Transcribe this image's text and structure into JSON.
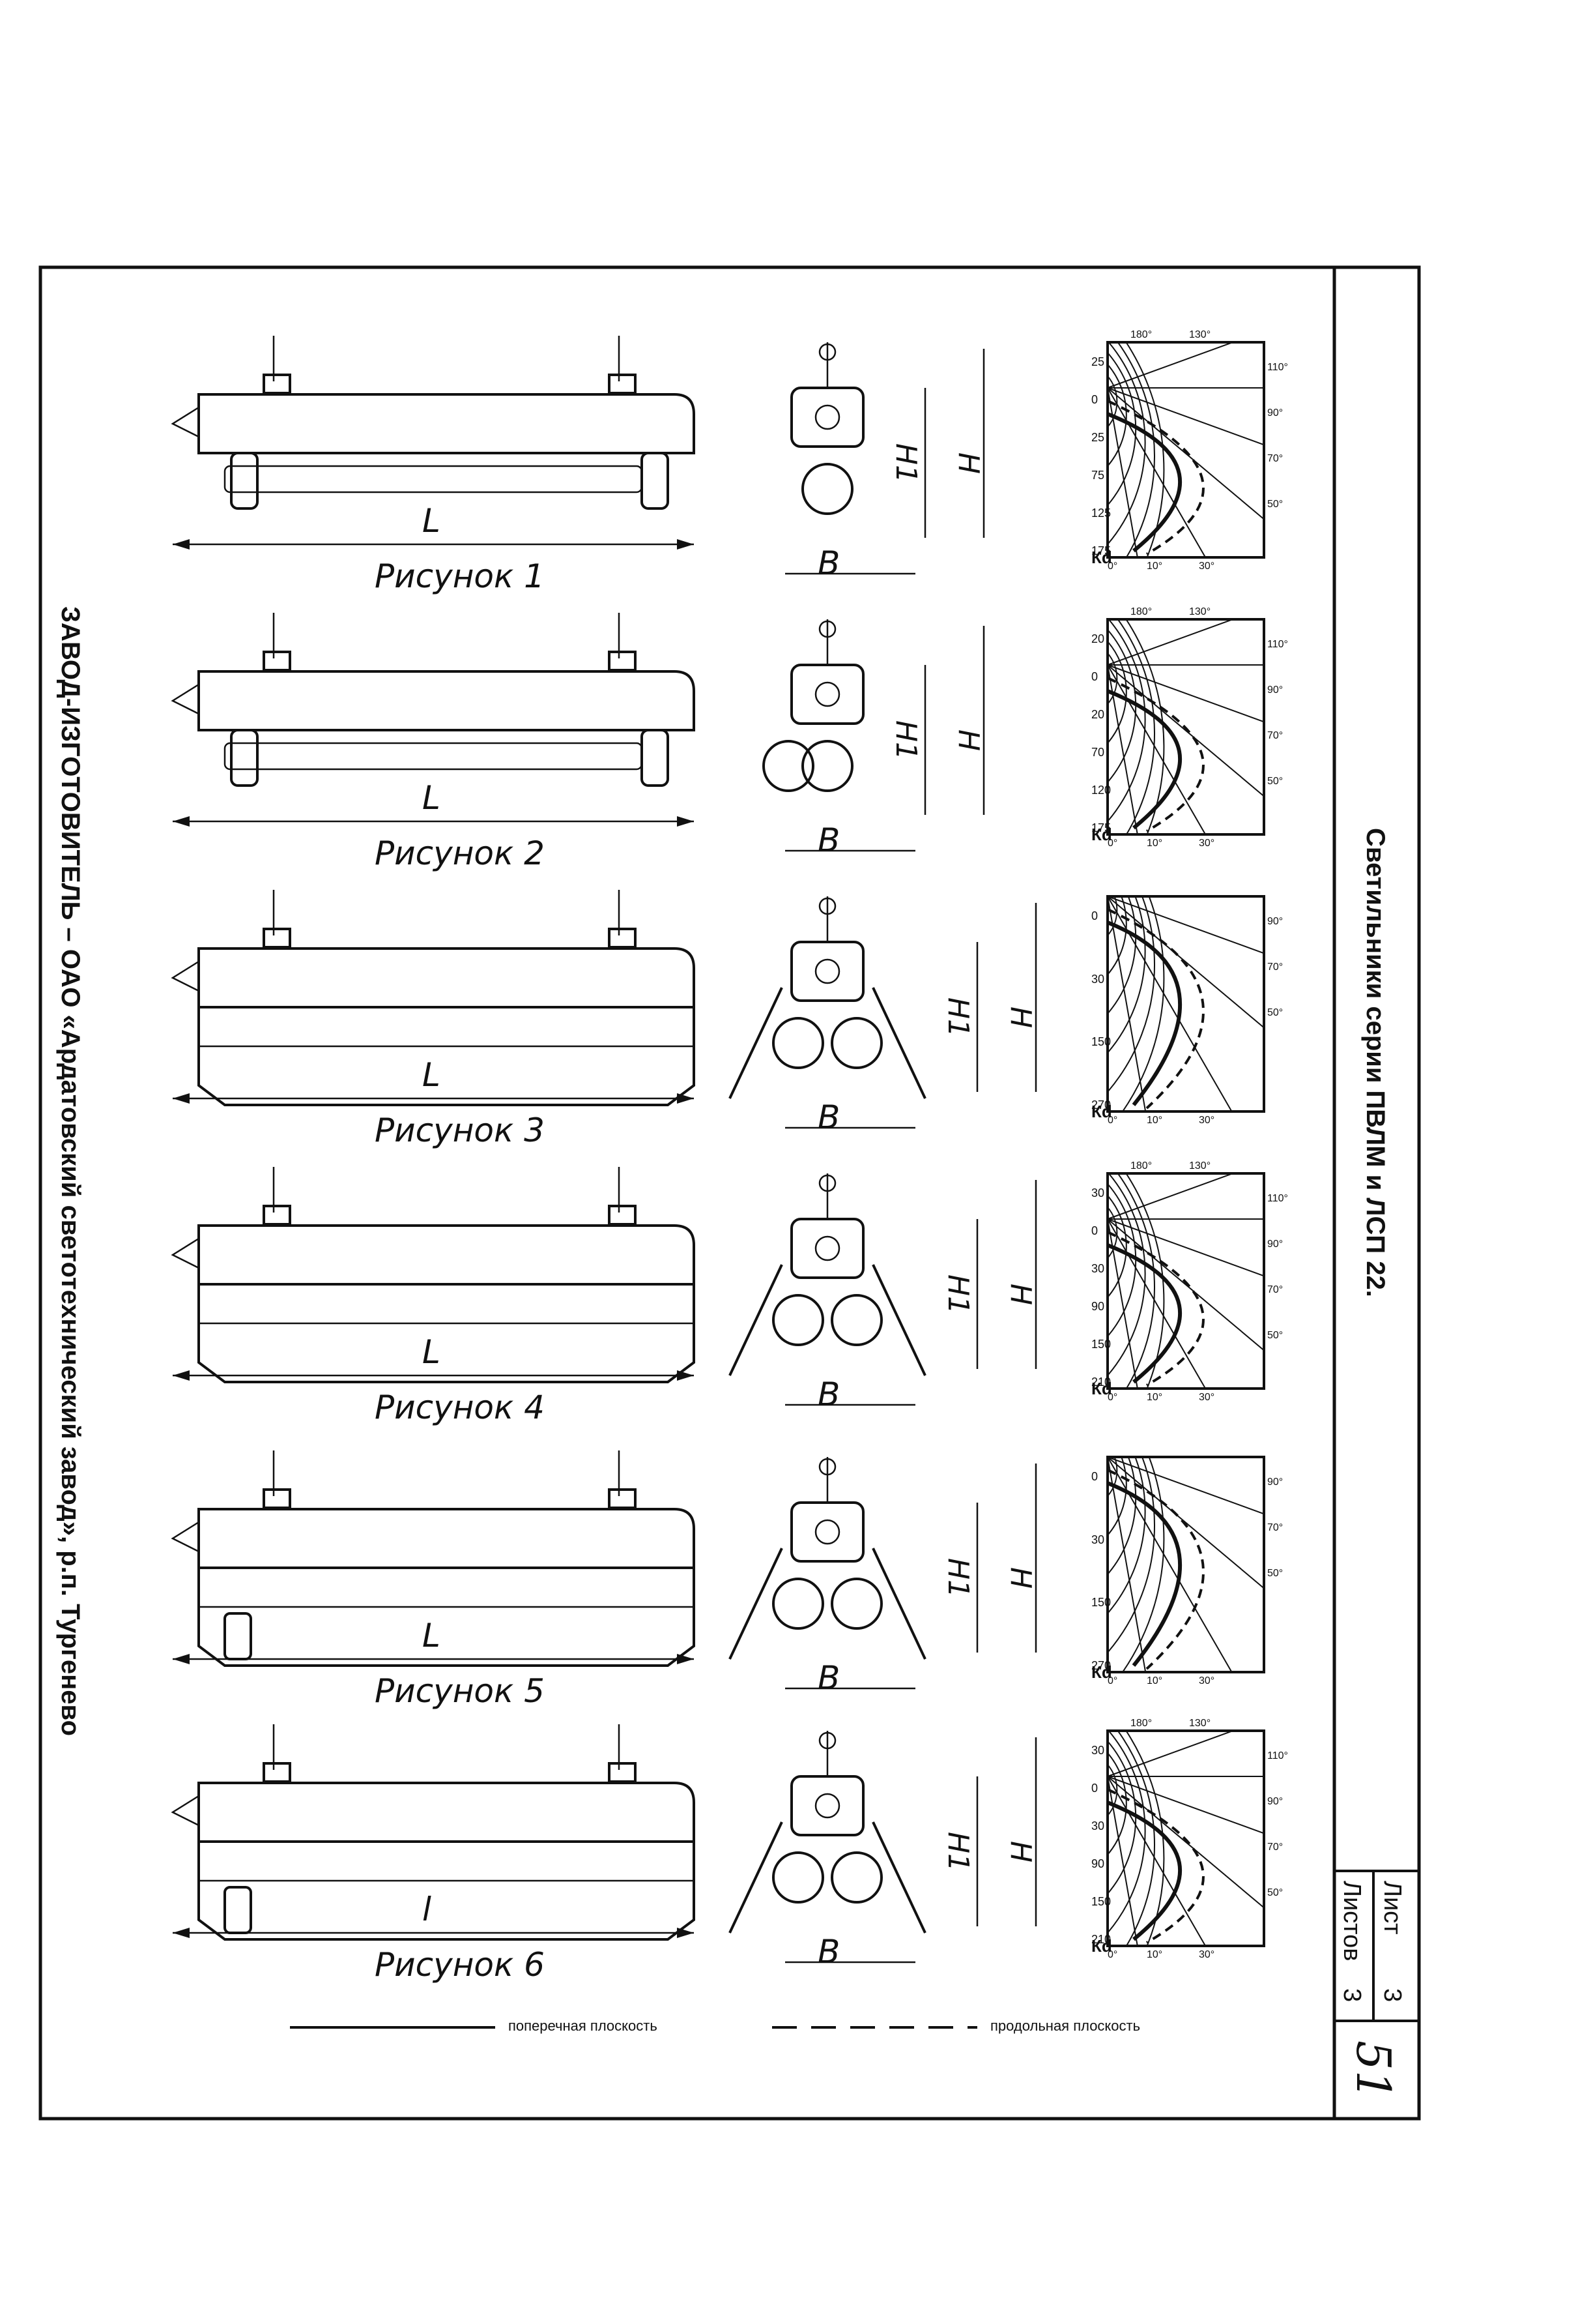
{
  "sheet": {
    "title": "Светильники серии ПВЛМ и ЛСП 22.",
    "manufacturer": "ЗАВОД-ИЗГОТОВИТЕЛЬ – ОАО «Ардатовский светотехнический завод», р.п. Тургенево",
    "list_label": "Лист",
    "list_value": "3",
    "lists_label": "Листов",
    "lists_value": "3",
    "page_number": "51"
  },
  "figures": [
    {
      "caption": "Рисунок 1",
      "length_label": "L",
      "width_label": "B",
      "h1_label": "H1",
      "h_label": "H",
      "unit": "Кd",
      "radial_labels": [
        "25",
        "0",
        "25",
        "75",
        "125",
        "175"
      ],
      "angle_top": [
        "180°",
        "130°"
      ],
      "angle_right": [
        "110°",
        "90°",
        "70°",
        "50°"
      ],
      "angle_bottom": [
        "0°",
        "10°",
        "30°"
      ]
    },
    {
      "caption": "Рисунок 2",
      "length_label": "L",
      "width_label": "B",
      "h1_label": "H1",
      "h_label": "H",
      "unit": "Кd",
      "radial_labels": [
        "20",
        "0",
        "20",
        "70",
        "120",
        "175"
      ],
      "angle_top": [
        "180°",
        "130°"
      ],
      "angle_right": [
        "110°",
        "90°",
        "70°",
        "50°"
      ],
      "angle_bottom": [
        "0°",
        "10°",
        "30°"
      ]
    },
    {
      "caption": "Рисунок 3",
      "length_label": "L",
      "width_label": "B",
      "h1_label": "H1",
      "h_label": "H",
      "unit": "Кd",
      "radial_labels": [
        "0",
        "30",
        "150",
        "270"
      ],
      "angle_top": [],
      "angle_right": [
        "90°",
        "70°",
        "50°"
      ],
      "angle_bottom": [
        "0°",
        "10°",
        "30°"
      ]
    },
    {
      "caption": "Рисунок 4",
      "length_label": "L",
      "width_label": "B",
      "h1_label": "H1",
      "h_label": "H",
      "unit": "Кd",
      "radial_labels": [
        "30",
        "0",
        "30",
        "90",
        "150",
        "210"
      ],
      "angle_top": [
        "180°",
        "130°"
      ],
      "angle_right": [
        "110°",
        "90°",
        "70°",
        "50°"
      ],
      "angle_bottom": [
        "0°",
        "10°",
        "30°"
      ]
    },
    {
      "caption": "Рисунок 5",
      "length_label": "L",
      "width_label": "B",
      "h1_label": "H1",
      "h_label": "H",
      "unit": "Кd",
      "radial_labels": [
        "0",
        "30",
        "150",
        "270"
      ],
      "angle_top": [],
      "angle_right": [
        "90°",
        "70°",
        "50°"
      ],
      "angle_bottom": [
        "0°",
        "10°",
        "30°"
      ]
    },
    {
      "caption": "Рисунок 6",
      "length_label": "l",
      "width_label": "B",
      "h1_label": "H1",
      "h_label": "H",
      "unit": "Кd",
      "radial_labels": [
        "30",
        "0",
        "30",
        "90",
        "150",
        "210"
      ],
      "angle_top": [
        "180°",
        "130°"
      ],
      "angle_right": [
        "110°",
        "90°",
        "70°",
        "50°"
      ],
      "angle_bottom": [
        "0°",
        "10°",
        "30°"
      ]
    }
  ],
  "legend": {
    "solid_label": "поперечная плоскость",
    "dashed_label": "продольная плоскость"
  }
}
